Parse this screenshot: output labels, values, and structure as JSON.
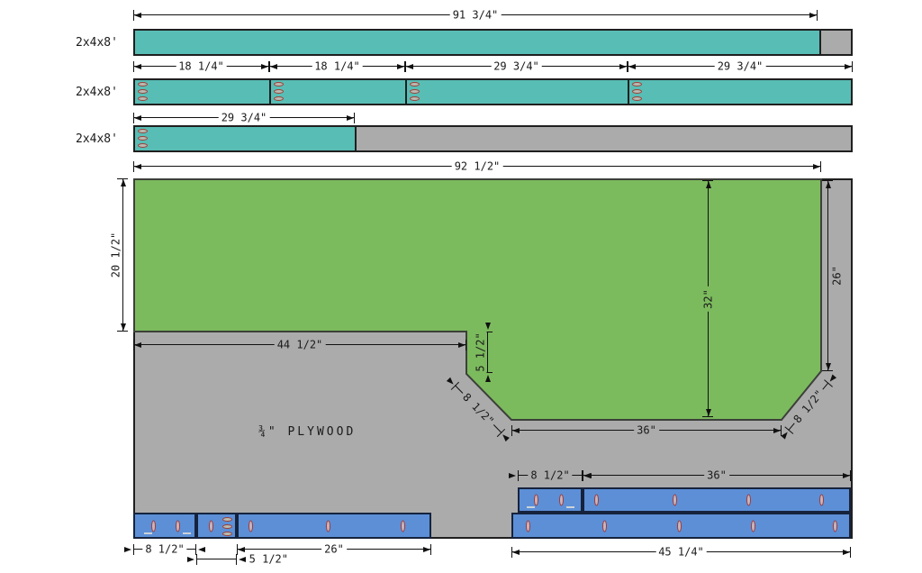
{
  "diagram_type": "woodworking cut layout",
  "colors": {
    "lumber_used": "#58bdb5",
    "scrap": "#ababab",
    "panel": "#7cba5e",
    "strips": "#5c8fd6",
    "lines": "#111111",
    "pocket_hole_stroke": "#9c4038"
  },
  "lumber": {
    "board1_label": "2x4x8'",
    "board2_label": "2x4x8'",
    "board3_label": "2x4x8'"
  },
  "sheet_label": "¾\" PLYWOOD",
  "dims": {
    "board1_length": "91 3/4\"",
    "board2_seg1": "18 1/4\"",
    "board2_seg2": "18 1/4\"",
    "board2_seg3": "29 3/4\"",
    "board2_seg4": "29 3/4\"",
    "board3_seg1": "29 3/4\"",
    "sheet_width": "92 1/2\"",
    "panel_left_height": "20 1/2\"",
    "panel_left_bottom": "44 1/2\"",
    "panel_step": "5 1/2\"",
    "panel_left_diagonal": "8 1/2\"",
    "panel_bottom_middle": "36\"",
    "panel_middle_height": "32\"",
    "panel_right_height": "26\"",
    "panel_right_diagonal": "8 1/2\"",
    "strip_top_small": "8 1/2\"",
    "strip_top_wide": "36\"",
    "strip_bottom_a": "8 1/2\"",
    "strip_bottom_b": "5 1/2\"",
    "strip_bottom_c": "26\"",
    "strip_bottom_f": "45 1/4\""
  }
}
